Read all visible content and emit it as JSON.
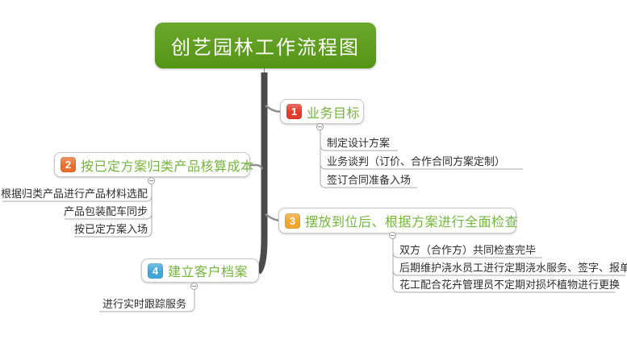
{
  "title": {
    "text": "创艺园林工作流程图"
  },
  "colors": {
    "title_bg": "#5a9e16",
    "title_text": "#ffffff",
    "branch_label": "#74b53d",
    "child_text": "#2e2e2e",
    "trunk": "#4b4b4b",
    "connector": "#8f8f8f",
    "child_line": "#a9a9a9",
    "box_border": "#c8c8c8",
    "toggle_border": "#9e9e9e"
  },
  "branches": [
    {
      "number": "1",
      "number_color": "#e23b2c",
      "label": "业务目标",
      "children": [
        "制定设计方案",
        "业务谈判（订价、合作合同方案定制）",
        "签订合同准备入场"
      ]
    },
    {
      "number": "2",
      "number_color": "#e8702b",
      "label": "按已定方案归类产品核算成本",
      "children": [
        "根据归类产品进行产品材料选配",
        "产品包装配车同步",
        "按已定方案入场"
      ]
    },
    {
      "number": "3",
      "number_color": "#efa52f",
      "label": "摆放到位后、根据方案进行全面检查",
      "children": [
        "双方（合作方）共同检查完毕",
        "后期维护浇水员工进行定期浇水服务、签字、报单",
        "花工配合花卉管理员不定期对损坏植物进行更换"
      ]
    },
    {
      "number": "4",
      "number_color": "#3fa7db",
      "label": "建立客户档案",
      "children": [
        "进行实时跟踪服务"
      ]
    }
  ]
}
